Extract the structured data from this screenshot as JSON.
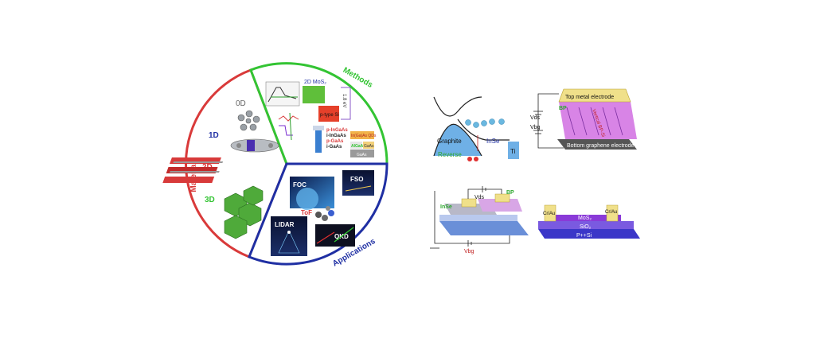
{
  "pie": {
    "materials_label": "Materials",
    "methods_label": "Methods",
    "applications_label": "Applications",
    "dims": [
      "0D",
      "1D",
      "2D",
      "3D"
    ],
    "methods_text": {
      "mos2": "2D MoS₂",
      "ptype_si": "p-type Si",
      "ev": "1.8 eV",
      "stack": [
        "p-InGaAs",
        "i-InGaAs",
        "p-GaAs",
        "i-GaAs"
      ],
      "qd": "In(Ga)As QDs",
      "algaas": "AlGaAs",
      "gaas1": "GaAs",
      "gaas2": "GaAs"
    },
    "app_text": {
      "foc": "FOC",
      "fso": "FSO",
      "tof": "ToF",
      "lidar": "LIDAR",
      "qkd": "QKD"
    }
  },
  "panel_a": {
    "graphite": "Graphite",
    "reverse": "Reverse",
    "inse": "InSe",
    "ti": "Ti"
  },
  "panel_b": {
    "top": "Top metal electrode",
    "bp": "BP",
    "vds": "Vds",
    "vbg": "Vbg",
    "bottom": "Bottom graphene electrode",
    "vertical": "Vertical BP-Si"
  },
  "panel_c": {
    "inse": "InSe",
    "vds": "Vds",
    "bp": "BP",
    "vbg": "Vbg"
  },
  "panel_d": {
    "crau1": "Cr/Au",
    "mos2": "MoS₂",
    "crau2": "Cr/Au",
    "sio2": "SiO₂",
    "psi": "P++Si"
  },
  "colors": {
    "materials": "#d93a3a",
    "methods": "#33c433",
    "applications": "#1f2fa3"
  }
}
